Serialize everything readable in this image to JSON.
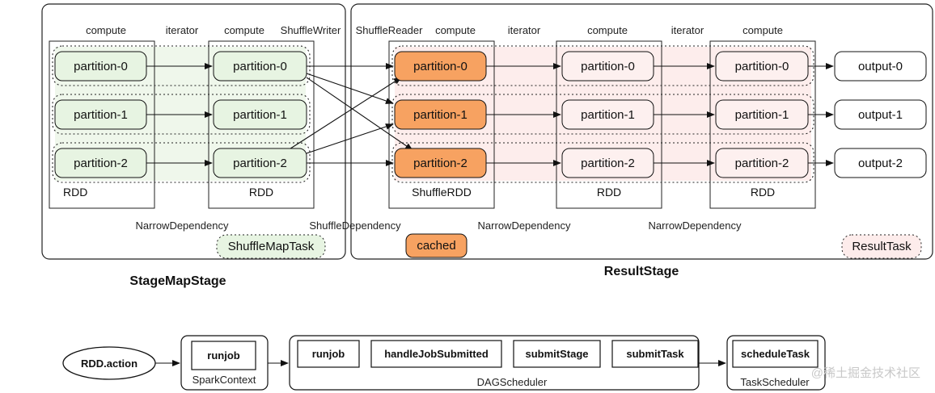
{
  "map_stage": {
    "title": "StageMapStage",
    "task_badge": "ShuffleMapTask",
    "rdd_labels": [
      "RDD",
      "RDD"
    ],
    "top_labels": [
      "compute",
      "iterator",
      "compute",
      "ShuffleWriter"
    ],
    "dependency": "NarrowDependency",
    "partitions": [
      "partition-0",
      "partition-1",
      "partition-2"
    ]
  },
  "shuffle_dependency": "ShuffleDependency",
  "result_stage": {
    "title": "ResultStage",
    "task_badge": "ResultTask",
    "cached_badge": "cached",
    "rdd_labels": [
      "ShuffleRDD",
      "RDD",
      "RDD"
    ],
    "top_labels": [
      "ShuffleReader",
      "compute",
      "iterator",
      "compute",
      "iterator",
      "compute"
    ],
    "dependencies": [
      "NarrowDependency",
      "NarrowDependency"
    ],
    "partitions": [
      "partition-0",
      "partition-1",
      "partition-2"
    ],
    "outputs": [
      "output-0",
      "output-1",
      "output-2"
    ]
  },
  "flow": {
    "start": "RDD.action",
    "spark_context": {
      "label": "SparkContext",
      "items": [
        "runjob"
      ]
    },
    "dag_scheduler": {
      "label": "DAGScheduler",
      "items": [
        "runjob",
        "handleJobSubmitted",
        "submitStage",
        "submitTask"
      ]
    },
    "task_scheduler": {
      "label": "TaskScheduler",
      "items": [
        "scheduleTask"
      ]
    }
  },
  "watermark": "@稀土掘金技术社区",
  "colors": {
    "map_fill": "#e7f4e2",
    "map_shade": "#eef7ea",
    "cached_fill": "#f7a261",
    "result_fill": "#fdf0ef",
    "result_shade": "#fdeceb"
  }
}
